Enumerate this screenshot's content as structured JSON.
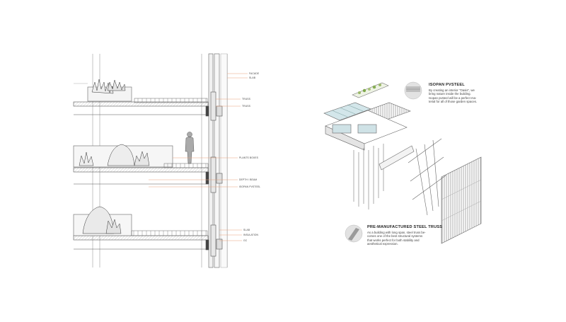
{
  "section": {
    "labels": [
      {
        "id": "l1",
        "text": "FACADE"
      },
      {
        "id": "l2",
        "text": "SLAB"
      },
      {
        "id": "l3",
        "text": "TRUSS"
      },
      {
        "id": "l4",
        "text": "TRUSS"
      },
      {
        "id": "l5",
        "text": "PLANTS BOXES"
      },
      {
        "id": "l6",
        "text": "DEPTH / BEAM"
      },
      {
        "id": "l7",
        "text": "ISOPAN PVSTEEL"
      },
      {
        "id": "l8",
        "text": "SLAB"
      },
      {
        "id": "l9",
        "text": "INSULATION"
      },
      {
        "id": "l10",
        "text": "GC"
      }
    ]
  },
  "callouts": {
    "isopan": {
      "title": "ISOPAN PVSTEEL",
      "lines": [
        "By creating an interior \"Oasis\", we",
        "bring nature inside the building.",
        "Isopan pvsteel will be a perfect ma-",
        "terial for all of those garden spaces."
      ]
    },
    "truss": {
      "title": "PRE-MANUFACTURED STEEL TRUSS",
      "lines": [
        "As a building with long span, steel truss be-",
        "comes one of the best structural systems",
        "that works perfect for both stability and",
        "aesthetical expression."
      ]
    }
  },
  "colors": {
    "line": "#555555",
    "accent": "#e8a07a",
    "glass": "#cfe2e6",
    "ground": "#cfcfcf"
  }
}
